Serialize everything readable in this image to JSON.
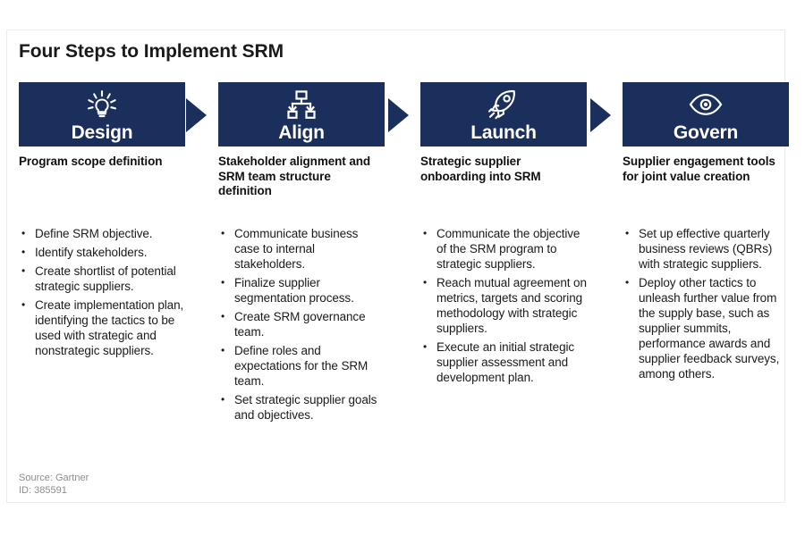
{
  "page": {
    "title": "Four Steps to Implement SRM",
    "accent_color": "#1b2f5c",
    "background_color": "#ffffff",
    "text_color": "#1a1a1a"
  },
  "steps": [
    {
      "label": "Design",
      "icon": "lightbulb-icon",
      "heading": "Program scope definition",
      "bullets": [
        "Define SRM objective.",
        "Identify stakeholders.",
        "Create shortlist of potential strategic suppliers.",
        "Create implementation plan, identifying the tactics to be used with strategic and nonstrategic suppliers."
      ]
    },
    {
      "label": "Align",
      "icon": "org-chart-icon",
      "heading": "Stakeholder alignment and SRM team structure definition",
      "bullets": [
        "Communicate business case to internal stakeholders.",
        "Finalize supplier segmentation process.",
        "Create SRM governance team.",
        "Define roles and expectations for the SRM team.",
        "Set strategic supplier goals and objectives."
      ]
    },
    {
      "label": "Launch",
      "icon": "rocket-icon",
      "heading": "Strategic supplier onboarding into SRM",
      "bullets": [
        "Communicate the objective of the SRM program to strategic suppliers.",
        "Reach mutual agreement on metrics, targets and scoring methodology with strategic suppliers.",
        "Execute an initial strategic supplier assessment and development plan."
      ]
    },
    {
      "label": "Govern",
      "icon": "eye-icon",
      "heading": "Supplier engagement tools for joint value creation",
      "bullets": [
        "Set up effective quarterly business reviews (QBRs) with strategic suppliers.",
        "Deploy other tactics to unleash further value from the supply base, such as supplier summits, performance awards and supplier feedback surveys, among others."
      ]
    }
  ],
  "footer": {
    "source": "Source: Gartner",
    "id": "ID: 385591"
  }
}
